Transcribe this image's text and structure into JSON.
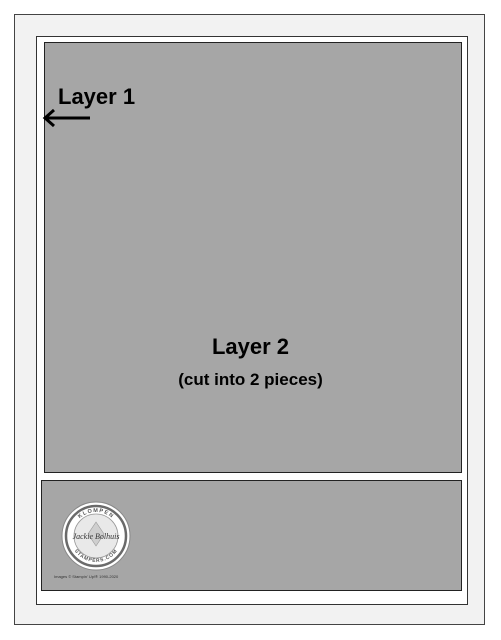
{
  "labels": {
    "layer1": "Layer 1",
    "layer2": "Layer 2",
    "layer2_note": "(cut into 2 pieces)"
  },
  "logo": {
    "top_text": "KLOMPEN",
    "name": "Jackie Bolhuis",
    "bottom_text": "STAMPERS.COM"
  },
  "copyright": "Images © Stampin' Up!® 1990-2020"
}
